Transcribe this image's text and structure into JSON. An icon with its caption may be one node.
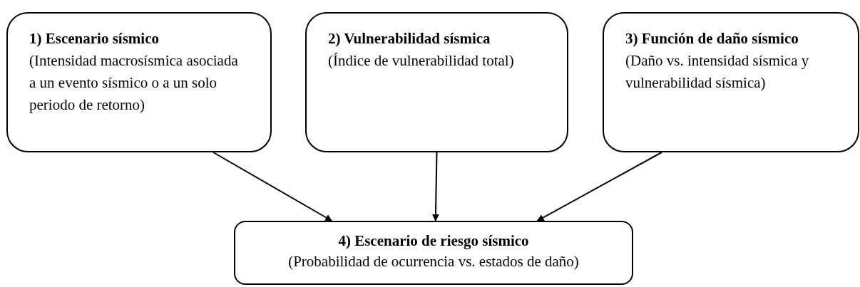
{
  "diagram": {
    "nodes": [
      {
        "text": [
          "1) Escenario sísmico",
          "(Intensidad macrosísmica asociada a un evento sísmico o a un solo periodo de retorno)"
        ]
      },
      {
        "text": [
          "2) Vulnerabilidad sísmica",
          "(Índice de vulnerabilidad total)"
        ]
      },
      {
        "text": [
          "3) Función de daño sísmico",
          "(Daño vs. intensidad sísmica y vulnerabilidad sísmica)"
        ]
      },
      {
        "text": [
          "4) Escenario de riesgo sísmico",
          "(Probabilidad de ocurrencia vs. estados de daño)"
        ]
      }
    ],
    "edges": [
      {
        "from": 0,
        "to": 3,
        "arrow": "to"
      },
      {
        "from": 1,
        "to": 3,
        "arrow": "to"
      },
      {
        "from": 2,
        "to": 3,
        "arrow": "to"
      }
    ]
  }
}
